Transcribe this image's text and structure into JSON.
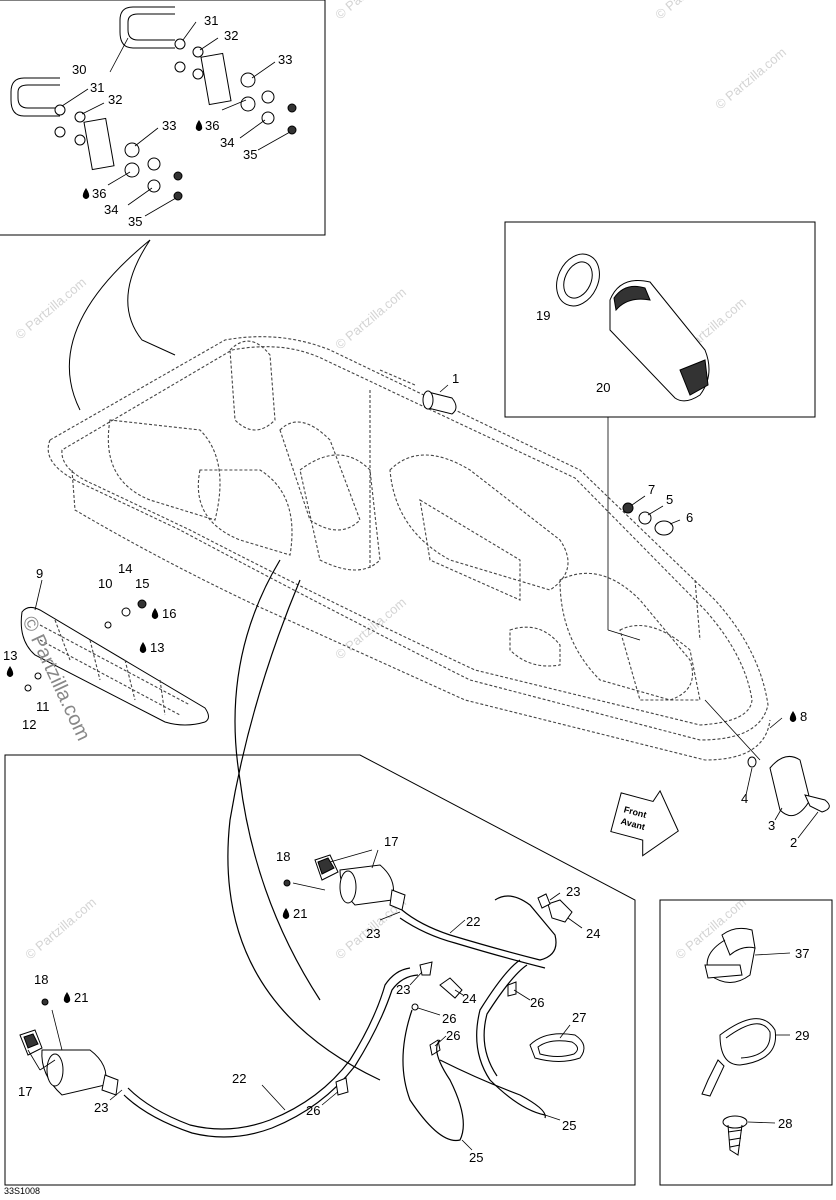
{
  "figure_code": "33S1008",
  "watermark": "© Partzilla.com",
  "front_arrow": {
    "line1": "Front",
    "line2": "Avant"
  },
  "callouts": [
    {
      "id": "c31a",
      "text": "31"
    },
    {
      "id": "c32a",
      "text": "32"
    },
    {
      "id": "c33a",
      "text": "33"
    },
    {
      "id": "c30",
      "text": "30"
    },
    {
      "id": "c31b",
      "text": "31"
    },
    {
      "id": "c32b",
      "text": "32"
    },
    {
      "id": "c36a",
      "text": "36"
    },
    {
      "id": "c34a",
      "text": "34"
    },
    {
      "id": "c35a",
      "text": "35"
    },
    {
      "id": "c33b",
      "text": "33"
    },
    {
      "id": "c36b",
      "text": "36"
    },
    {
      "id": "c34b",
      "text": "34"
    },
    {
      "id": "c35b",
      "text": "35"
    },
    {
      "id": "c19",
      "text": "19"
    },
    {
      "id": "c20",
      "text": "20"
    },
    {
      "id": "c1",
      "text": "1"
    },
    {
      "id": "c7",
      "text": "7"
    },
    {
      "id": "c5",
      "text": "5"
    },
    {
      "id": "c6",
      "text": "6"
    },
    {
      "id": "c9",
      "text": "9"
    },
    {
      "id": "c14",
      "text": "14"
    },
    {
      "id": "c10",
      "text": "10"
    },
    {
      "id": "c15",
      "text": "15"
    },
    {
      "id": "c16",
      "text": "16"
    },
    {
      "id": "c13a",
      "text": "13"
    },
    {
      "id": "c13b",
      "text": "13"
    },
    {
      "id": "c11",
      "text": "11"
    },
    {
      "id": "c12",
      "text": "12"
    },
    {
      "id": "c8",
      "text": "8"
    },
    {
      "id": "c4",
      "text": "4"
    },
    {
      "id": "c3",
      "text": "3"
    },
    {
      "id": "c2",
      "text": "2"
    },
    {
      "id": "c17a",
      "text": "17"
    },
    {
      "id": "c18a",
      "text": "18"
    },
    {
      "id": "c21a",
      "text": "21"
    },
    {
      "id": "c23a",
      "text": "23"
    },
    {
      "id": "c22a",
      "text": "22"
    },
    {
      "id": "c23b",
      "text": "23"
    },
    {
      "id": "c24a",
      "text": "24"
    },
    {
      "id": "c23c",
      "text": "23"
    },
    {
      "id": "c24b",
      "text": "24"
    },
    {
      "id": "c26a",
      "text": "26"
    },
    {
      "id": "c26b",
      "text": "26"
    },
    {
      "id": "c26c",
      "text": "26"
    },
    {
      "id": "c27",
      "text": "27"
    },
    {
      "id": "c18b",
      "text": "18"
    },
    {
      "id": "c21b",
      "text": "21"
    },
    {
      "id": "c17b",
      "text": "17"
    },
    {
      "id": "c23d",
      "text": "23"
    },
    {
      "id": "c22b",
      "text": "22"
    },
    {
      "id": "c26d",
      "text": "26"
    },
    {
      "id": "c25a",
      "text": "25"
    },
    {
      "id": "c25b",
      "text": "25"
    },
    {
      "id": "c37",
      "text": "37"
    },
    {
      "id": "c29",
      "text": "29"
    },
    {
      "id": "c28",
      "text": "28"
    }
  ]
}
